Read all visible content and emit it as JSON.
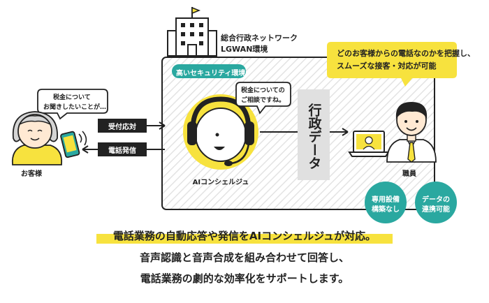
{
  "network": {
    "name_line1": "総合行政ネットワーク",
    "name_line2": "LGWAN環境"
  },
  "security_label": "高いセキュリティ環境",
  "benefit_bubble": {
    "line1": "どのお客様からの電話なのかを把握し、",
    "line2": "スムーズな接客・対応が可能"
  },
  "customer": {
    "bubble_line1": "税金について",
    "bubble_line2": "お聞きしたいことが…",
    "label": "お客様"
  },
  "arrows": {
    "incoming": "受付応対",
    "outgoing": "電話発信"
  },
  "ai": {
    "bubble_line1": "税金についての",
    "bubble_line2": "ご相談ですね。",
    "label": "AIコンシェルジュ"
  },
  "data_box": {
    "text": "行政データ"
  },
  "staff": {
    "label": "職員"
  },
  "badges": [
    {
      "line1": "専用設備",
      "line2": "構築なし"
    },
    {
      "line1": "データの",
      "line2": "連携可能"
    }
  ],
  "caption": {
    "line1_highlight": "電話業務の自動応答や発信をAIコンシェルジュが対応。",
    "line2": "音声認識と音声合成を組み合わせて回答し、",
    "line3": "電話業務の劇的な効率化をサポートします。"
  },
  "colors": {
    "accent_yellow": "#f7e23e",
    "teal": "#2aa8a0",
    "dark": "#222222",
    "data_box_gray": "#e0e0e0",
    "hatch_gray": "#dcdcdc"
  }
}
